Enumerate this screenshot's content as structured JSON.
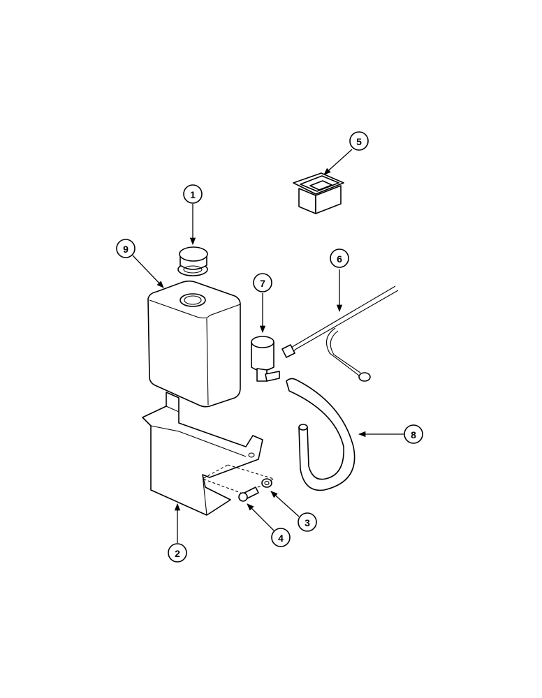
{
  "callouts": {
    "c1": "1",
    "c2": "2",
    "c3": "3",
    "c4": "4",
    "c5": "5",
    "c6": "6",
    "c7": "7",
    "c8": "8",
    "c9": "9"
  },
  "icons": [
    "arrow-head"
  ],
  "colors": {
    "line": "#000000",
    "background": "#ffffff"
  }
}
